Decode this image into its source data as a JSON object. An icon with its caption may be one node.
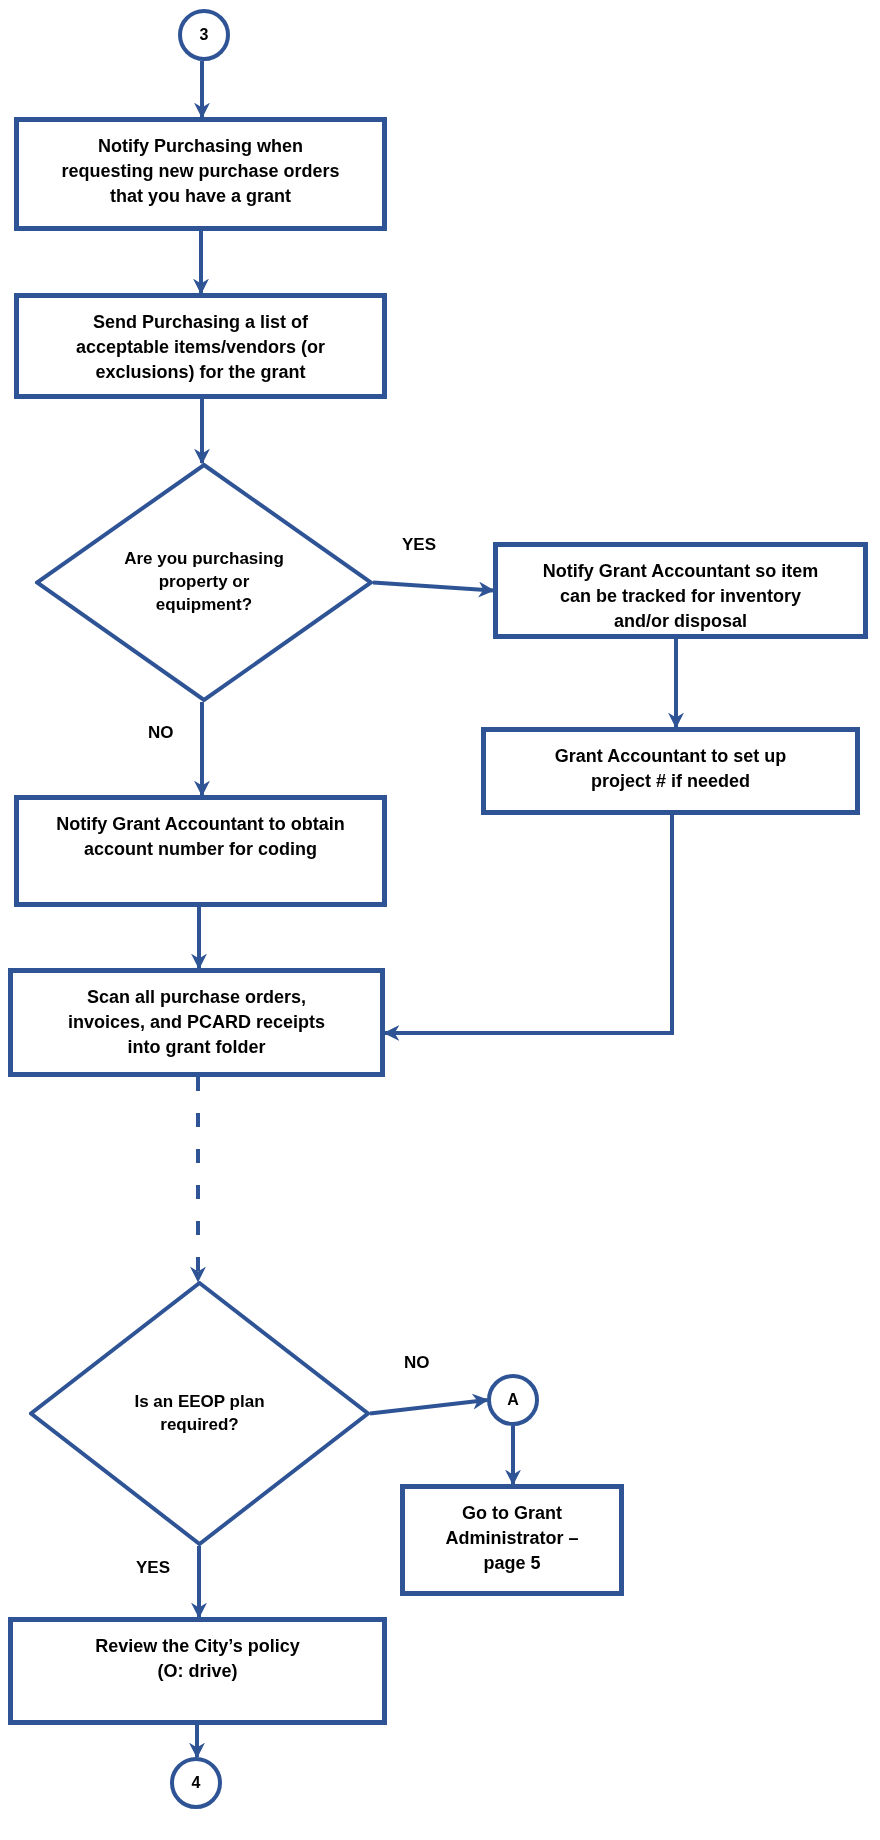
{
  "diagram": {
    "nodes": [
      {
        "text": [
          "3"
        ]
      },
      {
        "text": [
          "Notify Purchasing when requesting new purchase orders that you have a grant"
        ]
      },
      {
        "text": [
          "Send Purchasing a list of acceptable items/vendors (or exclusions) for the grant"
        ]
      },
      {
        "text": [
          "Are you purchasing property or equipment?"
        ]
      },
      {
        "text": [
          "Notify Grant Accountant so item can be tracked for inventory and/or disposal"
        ]
      },
      {
        "text": [
          "Grant Accountant to set up project # if needed"
        ]
      },
      {
        "text": [
          "Notify Grant Accountant to obtain account number for coding"
        ]
      },
      {
        "text": [
          "Scan all purchase orders, invoices, and PCARD receipts into grant folder"
        ]
      },
      {
        "text": [
          "Is an EEOP plan required?"
        ]
      },
      {
        "text": [
          "A"
        ]
      },
      {
        "text": [
          "Go to Grant Administrator – page 5"
        ]
      },
      {
        "text": [
          "Review the City’s policy (O: drive)"
        ]
      },
      {
        "text": [
          "4"
        ]
      }
    ],
    "edges": [
      {
        "from": 0,
        "to": 1,
        "arrow": "to"
      },
      {
        "from": 1,
        "to": 2,
        "arrow": "to"
      },
      {
        "from": 2,
        "to": 3,
        "arrow": "to"
      },
      {
        "from": 3,
        "to": 4,
        "arrow": "to",
        "label": "YES"
      },
      {
        "from": 4,
        "to": 5,
        "arrow": "to"
      },
      {
        "from": 3,
        "to": 6,
        "arrow": "to",
        "label": "NO"
      },
      {
        "from": 6,
        "to": 7,
        "arrow": "to"
      },
      {
        "from": 5,
        "to": 7,
        "arrow": "to"
      },
      {
        "from": 7,
        "to": 8,
        "arrow": "to",
        "style": "dashed"
      },
      {
        "from": 8,
        "to": 9,
        "arrow": "to",
        "label": "NO"
      },
      {
        "from": 9,
        "to": 10,
        "arrow": "to"
      },
      {
        "from": 8,
        "to": 11,
        "arrow": "to",
        "label": "YES"
      },
      {
        "from": 11,
        "to": 12,
        "arrow": "to"
      }
    ]
  }
}
